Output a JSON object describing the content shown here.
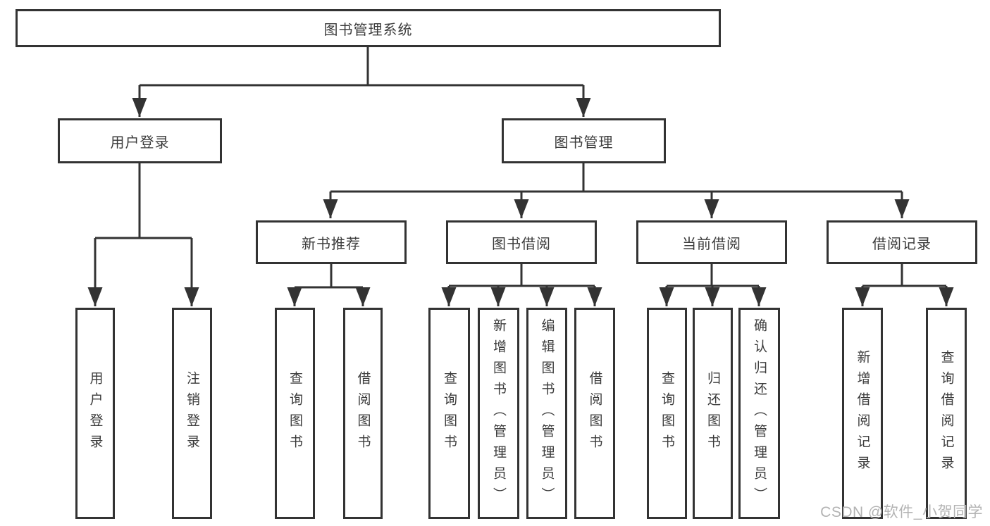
{
  "title": "图书管理系统",
  "watermark": "CSDN @软件_小贺同学",
  "colors": {
    "line": "#333333",
    "box_border": "#333333",
    "box_fill": "#ffffff",
    "text": "#3b3b3b",
    "watermark": "#b3b3b3",
    "background": "#ffffff"
  },
  "nodes": {
    "root": {
      "label": "图书管理系统"
    },
    "level2": [
      {
        "label": "用户登录"
      },
      {
        "label": "图书管理"
      }
    ],
    "level3": [
      {
        "label": "新书推荐"
      },
      {
        "label": "图书借阅"
      },
      {
        "label": "当前借阅"
      },
      {
        "label": "借阅记录"
      }
    ],
    "leaves": {
      "user_login": [
        "用户登录",
        "注销登录"
      ],
      "new_books": [
        "查询图书",
        "借阅图书"
      ],
      "book_borrow": [
        "查询图书",
        "新增图书（管理员）",
        "编辑图书（管理员）",
        "借阅图书"
      ],
      "current_borrow": [
        "查询图书",
        "归还图书",
        "确认归还（管理员）"
      ],
      "borrow_records": [
        "新增借阅记录",
        "查询借阅记录"
      ]
    }
  }
}
